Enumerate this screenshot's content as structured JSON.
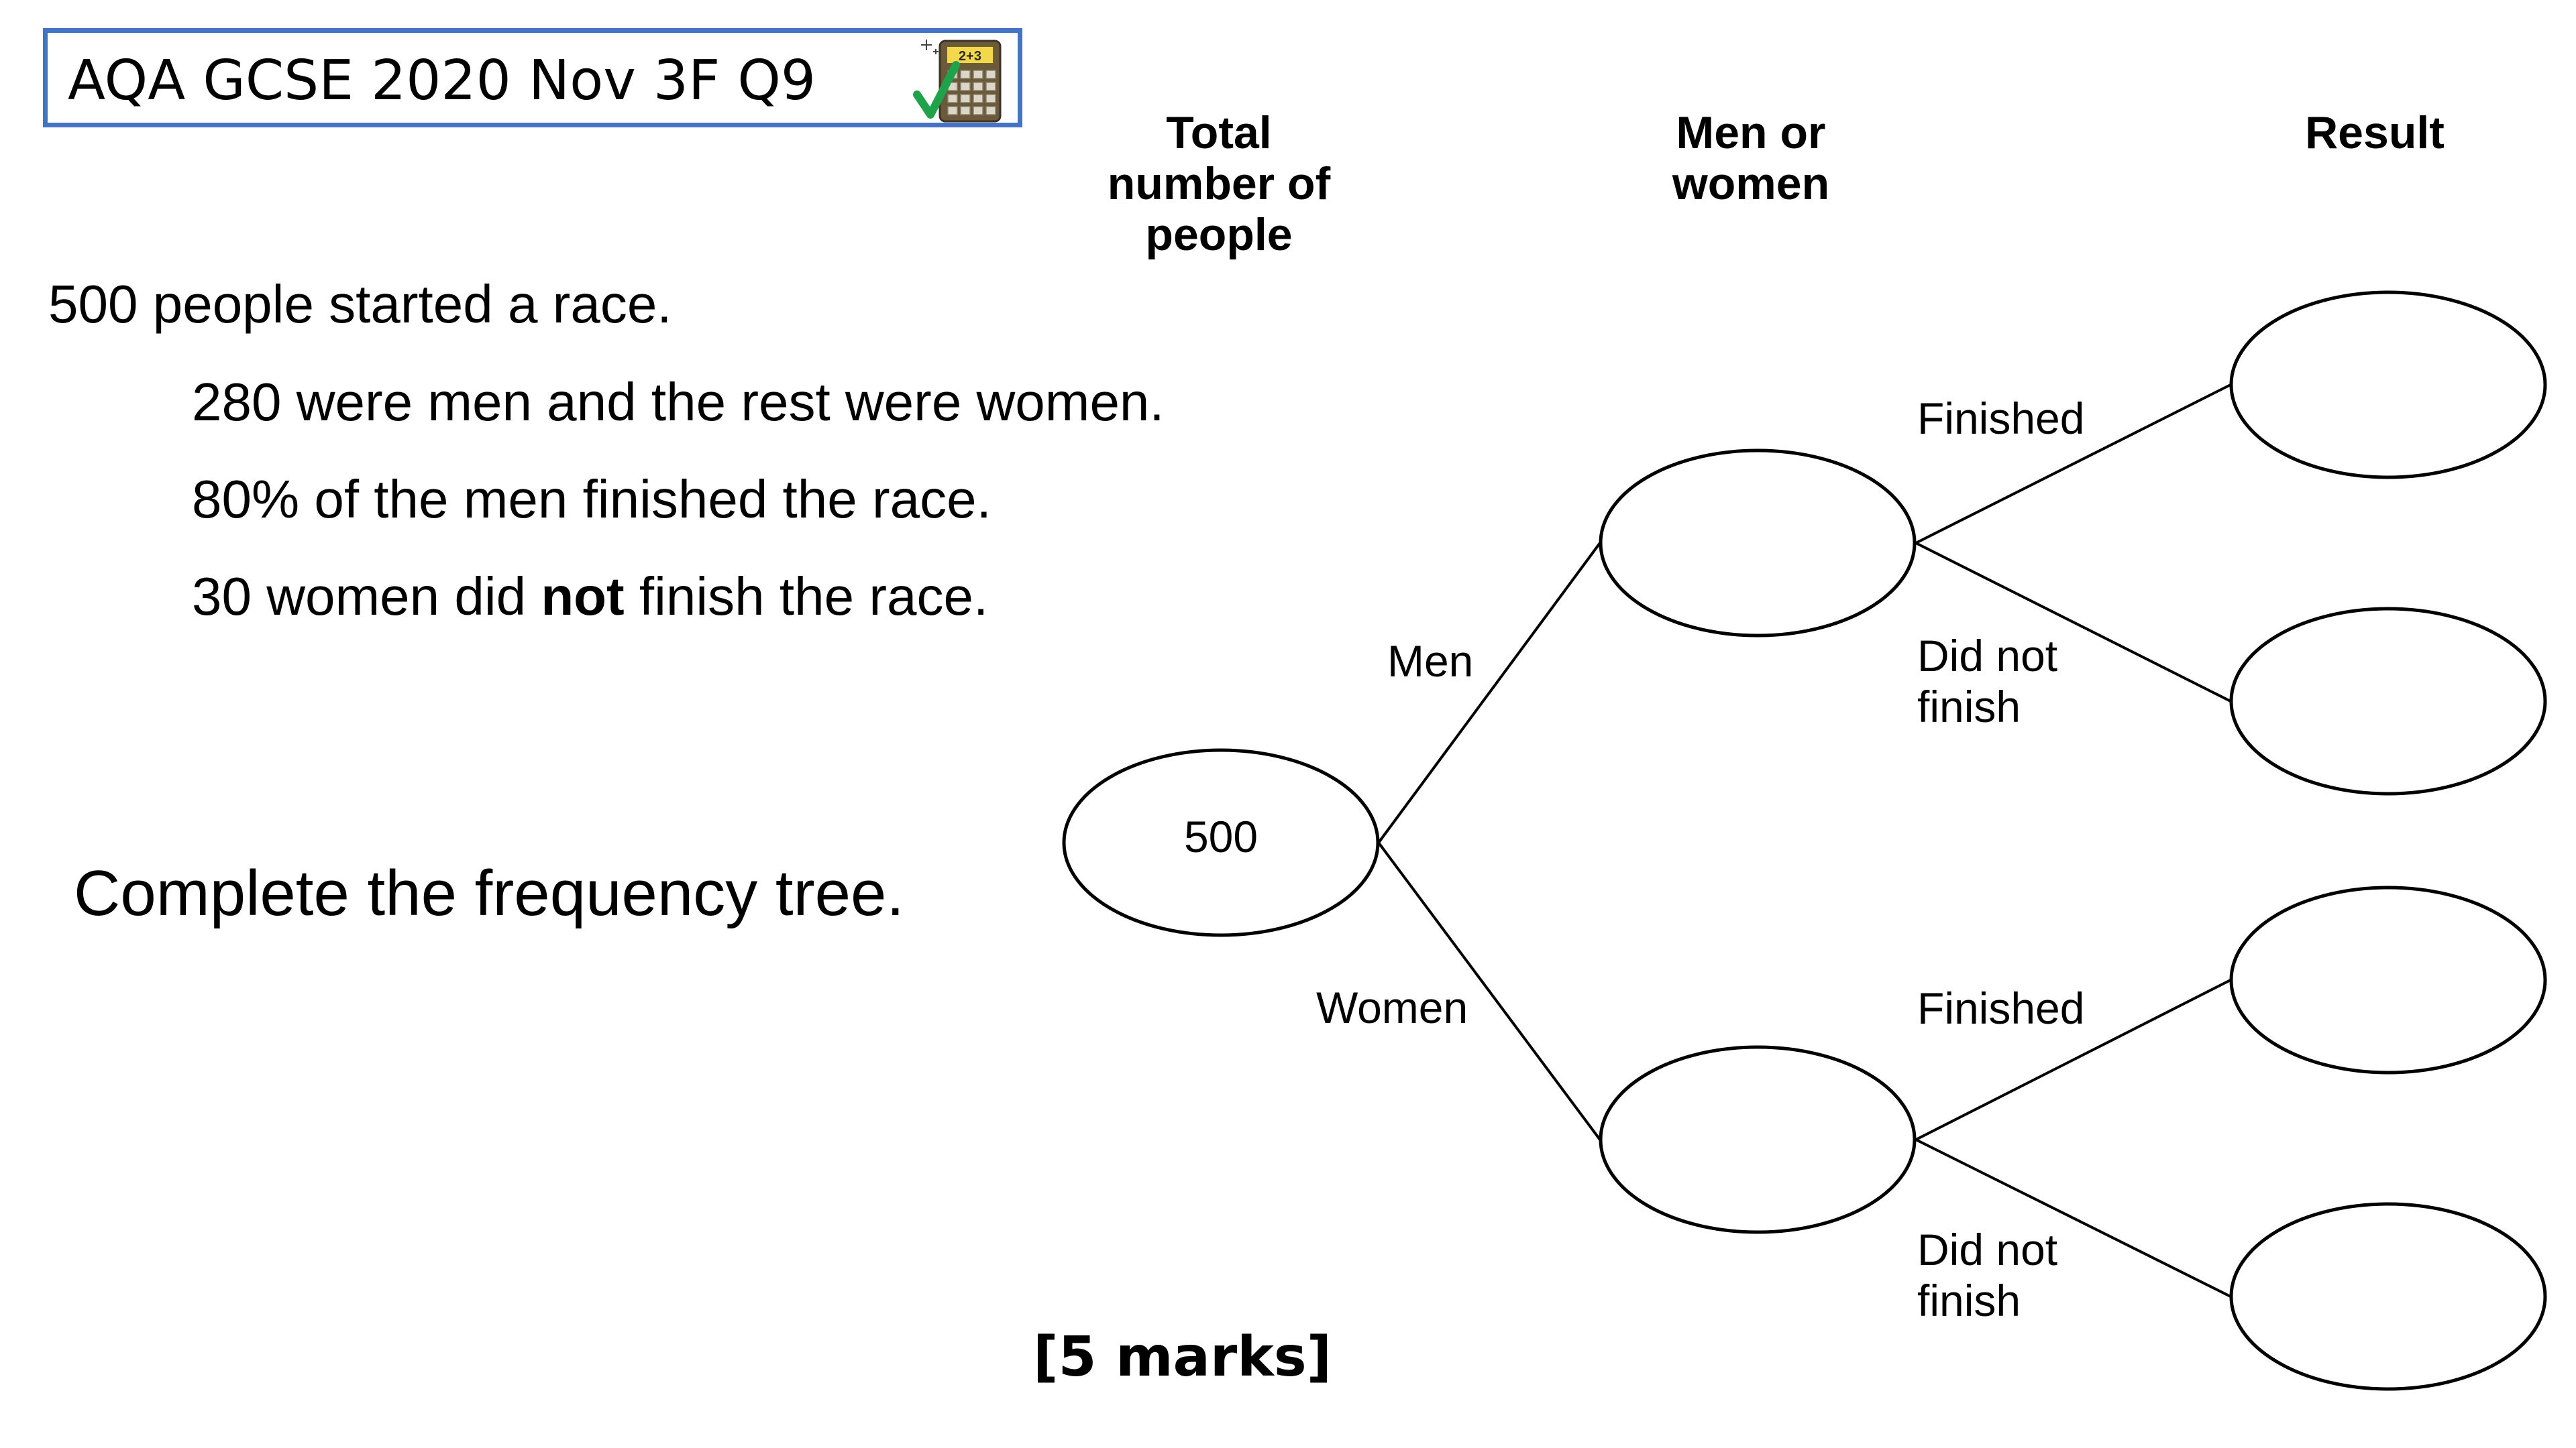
{
  "header": {
    "title": "AQA GCSE 2020 Nov 3F Q9",
    "calculator_icon": "calculator-allowed-icon",
    "calculator_keys_label": "2+3",
    "check_color": "#1fa34a",
    "border_color": "#4472c4"
  },
  "question": {
    "line1": "500 people started a race.",
    "line2": "280 were men and the rest were women.",
    "line3": "80% of the men finished the race.",
    "line4_before": "30 women did ",
    "line4_bold": "not",
    "line4_after": " finish the race.",
    "instruction": "Complete the frequency tree.",
    "marks": "[5 marks]"
  },
  "tree": {
    "column_headers": {
      "total_line1": "Total",
      "total_line2": "number of",
      "total_line3": "people",
      "group_line1": "Men or",
      "group_line2": "women",
      "result": "Result"
    },
    "root_value": "500",
    "branch_men": "Men",
    "branch_women": "Women",
    "finished_label": "Finished",
    "did_not_finish_line1": "Did not",
    "did_not_finish_line2": "finish"
  }
}
